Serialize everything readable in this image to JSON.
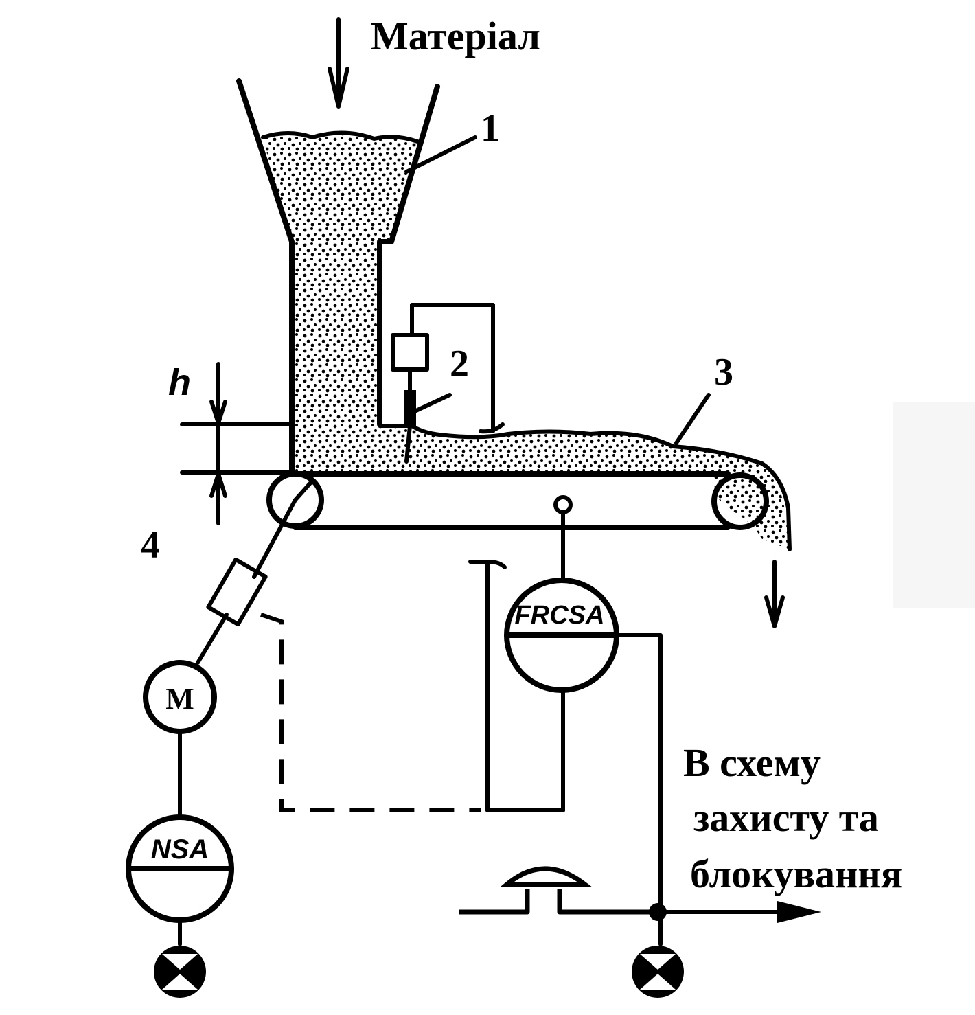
{
  "labels": {
    "material": "Матеріал",
    "n1": "1",
    "n2": "2",
    "n3": "3",
    "n4": "4",
    "h": "h",
    "motor": "M",
    "nsa": "NSA",
    "frcsa": "FRCSA",
    "output_line1": "В схему",
    "output_line2": "захисту та",
    "output_line3": "блокування"
  },
  "colors": {
    "ink": "#000000",
    "background": "#ffffff"
  }
}
